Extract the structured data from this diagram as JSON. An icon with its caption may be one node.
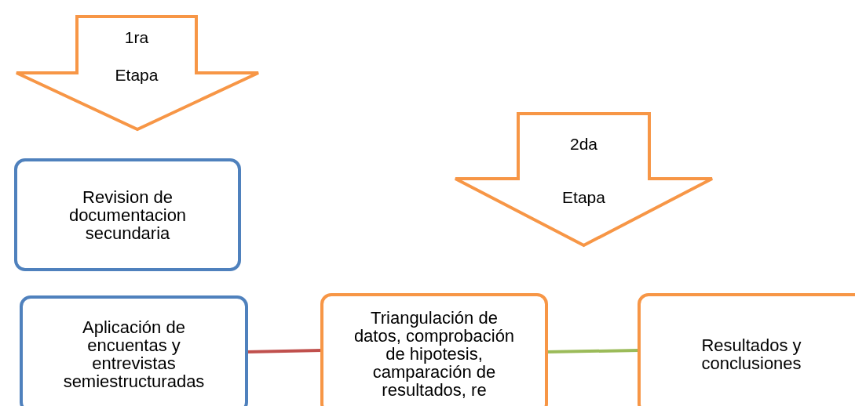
{
  "diagram": {
    "nodes": [
      {
        "text": [
          "1ra Etapa"
        ]
      },
      {
        "text": [
          "Revision de documentacion secundaria"
        ]
      },
      {
        "text": [
          "Aplicación de encuentas y entrevistas semiestructuradas"
        ]
      },
      {
        "text": [
          "Triangulación de datos, comprobación de hipotesis, camparación de resultados, re"
        ]
      },
      {
        "text": [
          "2da Etapa"
        ]
      },
      {
        "text": [
          "Resultados y conclusiones"
        ]
      }
    ],
    "edges": [
      {
        "from": 2,
        "to": 3,
        "arrow": "none",
        "color": "#c0504d"
      },
      {
        "from": 3,
        "to": 5,
        "arrow": "none",
        "color": "#9bbb59"
      }
    ]
  }
}
